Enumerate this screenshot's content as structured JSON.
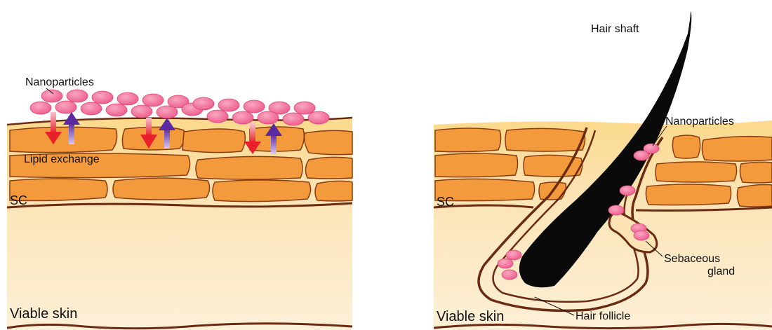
{
  "left_panel": {
    "nanoparticles_label": "Nanoparticles",
    "lipid_exchange_label": "Lipid exchange",
    "sc_label": "SC",
    "viable_skin_label": "Viable skin"
  },
  "right_panel": {
    "hair_shaft_label": "Hair shaft",
    "nanoparticles_label": "Nanoparticles",
    "sc_label": "SC",
    "sebaceous_gland_line1": "Sebaceous",
    "sebaceous_gland_line2": "gland",
    "hair_follicle_label": "Hair follicle",
    "viable_skin_label": "Viable skin"
  },
  "colors": {
    "corneocyte": "#f39a3c",
    "lipid": "#fbd98c",
    "viable_skin": "#fbe6c4",
    "border": "#6b2a12",
    "nanoparticle": "#f46a98",
    "arrow_down": "#e8202a",
    "arrow_up": "#5a2aa0",
    "hair": "#0a0a0a"
  }
}
